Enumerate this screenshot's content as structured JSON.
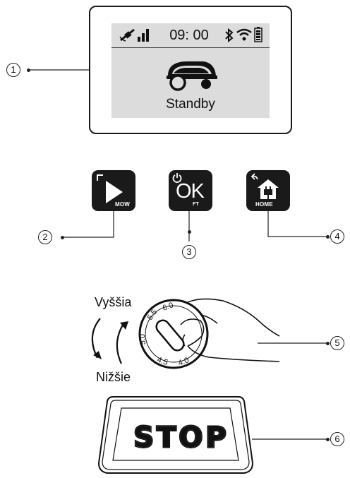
{
  "display": {
    "time": "09: 00",
    "status": "Standby",
    "icons": [
      "satellite-icon",
      "signal-bars-icon",
      "bluetooth-icon",
      "wifi-icon",
      "battery-icon",
      "robot-mower-icon"
    ]
  },
  "buttons": {
    "mow": {
      "label": "MOW",
      "icon": "play-icon"
    },
    "ok": {
      "label": "OK",
      "sub": "FT",
      "icon": "power-icon"
    },
    "home": {
      "label": "HOME",
      "icon": "house-plug-icon"
    }
  },
  "dial": {
    "higher_label": "Vyššia",
    "lower_label": "Nižšie",
    "marks": [
      "6.0",
      "5.5",
      "5.0",
      "4.5",
      "4.0"
    ]
  },
  "stop_button": {
    "label": "STOP"
  },
  "callouts": [
    "1",
    "2",
    "3",
    "4",
    "5",
    "6"
  ],
  "colors": {
    "dark": "#1a1a1a",
    "screen": "#dcdcdc"
  }
}
